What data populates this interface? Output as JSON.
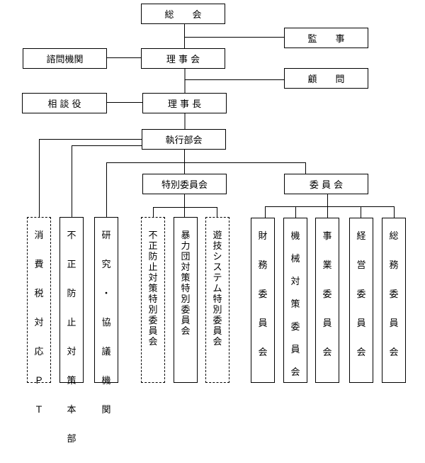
{
  "title": "組織図",
  "top": {
    "general_meeting": "総　　会",
    "auditor": "監　　事",
    "advisory_body": "諮問機関",
    "board": "理 事 会",
    "adviser": "顧　　問",
    "counselor": "相 談 役",
    "chairman": "理 事 長",
    "executive": "執行部会"
  },
  "mid": {
    "special_committee": "特別委員会",
    "committee": "委 員 会"
  },
  "executive_units": [
    {
      "label": "消費税対応ＰＴ",
      "style": "dashed",
      "spacing": "wide"
    },
    {
      "label": "不正防止対策本部",
      "style": "solid",
      "spacing": "wide"
    },
    {
      "label": "研究・協議機関",
      "style": "solid",
      "spacing": "wide"
    }
  ],
  "special_committees": [
    {
      "label": "不正防止対策特別委員会",
      "style": "dashed"
    },
    {
      "label": "暴力団対策特別委員会",
      "style": "solid"
    },
    {
      "label": "遊技システム特別委員会",
      "style": "dashed"
    }
  ],
  "committees": [
    {
      "label": "財務委員会",
      "style": "solid",
      "spacing": "wide"
    },
    {
      "label": "機械対策委員会",
      "style": "solid",
      "spacing": "mid"
    },
    {
      "label": "事業委員会",
      "style": "solid",
      "spacing": "wide"
    },
    {
      "label": "経営委員会",
      "style": "solid",
      "spacing": "wide"
    },
    {
      "label": "総務委員会",
      "style": "solid",
      "spacing": "wide"
    }
  ]
}
